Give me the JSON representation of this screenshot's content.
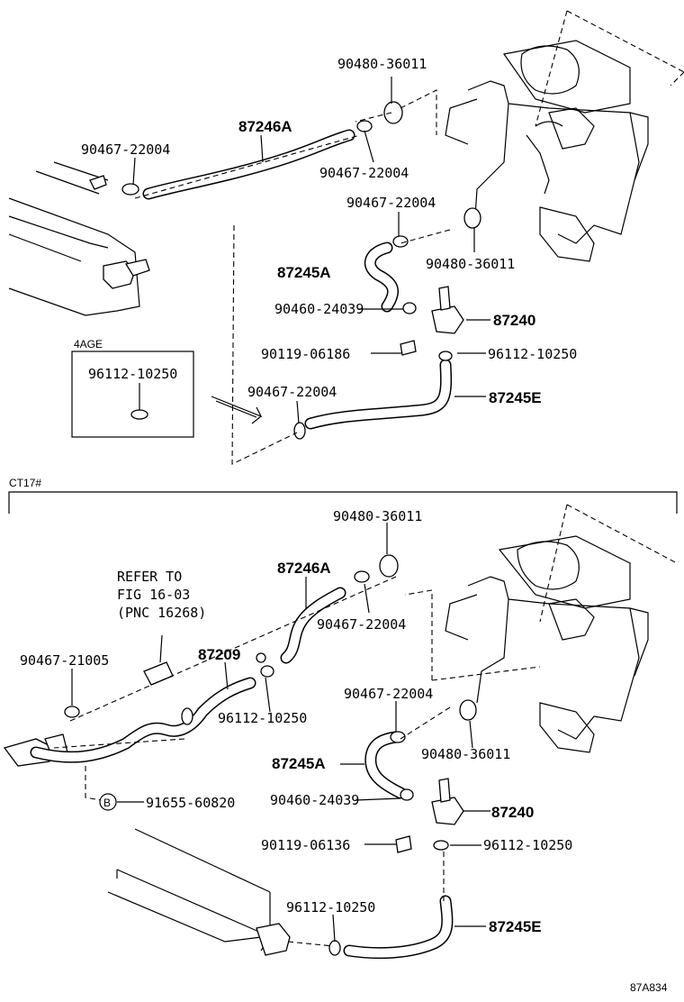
{
  "labels": {
    "t1": "90480-36011",
    "t2": "87246A",
    "t3": "90467-22004",
    "t4": "90467-22004",
    "t5": "90467-22004",
    "t6": "90480-36011",
    "t7": "87245A",
    "t8": "90460-24039",
    "t9": "87240",
    "t10": "90119-06186",
    "t11": "96112-10250",
    "t12": "4AGE",
    "t13": "96112-10250",
    "t14": "90467-22004",
    "t15": "87245E",
    "t16": "CT17#",
    "b1": "90480-36011",
    "b2": "87246A",
    "b3a": "REFER TO",
    "b3b": "FIG 16-03",
    "b3c": "(PNC 16268)",
    "b4": "90467-22004",
    "b5": "87209",
    "b6": "90467-21005",
    "b7": "96112-10250",
    "b8": "90467-22004",
    "b9": "90480-36011",
    "b10": "87245A",
    "b11": "90460-24039",
    "b12": "87240",
    "b13": "B",
    "b14": "91655-60820",
    "b15": "90119-06136",
    "b16": "96112-10250",
    "b17": "96112-10250",
    "b18": "87245E",
    "fig": "87A834"
  }
}
